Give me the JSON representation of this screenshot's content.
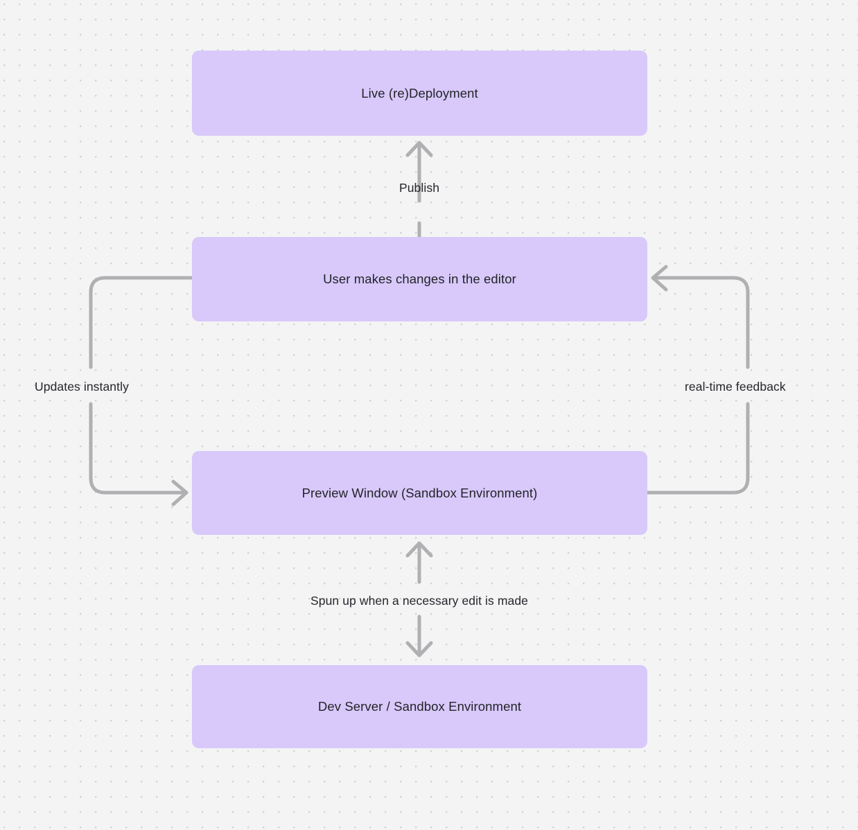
{
  "diagram": {
    "type": "flowchart",
    "background": "#f4f4f5",
    "node_color": "#d8c9fa",
    "edge_color": "#b0b0b2",
    "text_color": "#232329",
    "nodes": [
      {
        "id": "live-deployment",
        "label": "Live (re)Deployment"
      },
      {
        "id": "user-edits",
        "label": "User makes changes in the editor"
      },
      {
        "id": "preview-window",
        "label": "Preview Window (Sandbox Environment)"
      },
      {
        "id": "dev-server",
        "label": "Dev Server / Sandbox Environment"
      }
    ],
    "edges": [
      {
        "id": "publish",
        "label": "Publish",
        "from": "user-edits",
        "to": "live-deployment"
      },
      {
        "id": "updates-instantly",
        "label": "Updates instantly",
        "from": "user-edits",
        "to": "preview-window"
      },
      {
        "id": "real-time-feedback",
        "label": "real-time feedback",
        "from": "preview-window",
        "to": "user-edits"
      },
      {
        "id": "spun-up",
        "label": "Spun up when a necessary edit is made",
        "from": "preview-window",
        "to": "dev-server"
      }
    ]
  }
}
